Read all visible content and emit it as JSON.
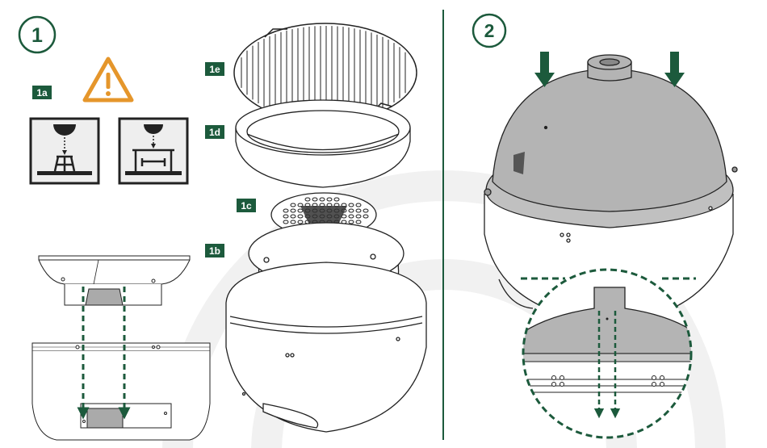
{
  "steps": [
    {
      "number": "1"
    },
    {
      "number": "2"
    }
  ],
  "parts": [
    {
      "id": "1a",
      "label": "1a"
    },
    {
      "id": "1b",
      "label": "1b"
    },
    {
      "id": "1c",
      "label": "1c"
    },
    {
      "id": "1d",
      "label": "1d"
    },
    {
      "id": "1e",
      "label": "1e"
    }
  ],
  "colors": {
    "accent": "#1c5a3c",
    "warning": "#e5962b",
    "line": "#222222",
    "dome_fill": "#b4b4b4",
    "panel_fill": "#eeeeee",
    "watermark": "#f0f0f0"
  },
  "icons": {
    "warning": "warning-triangle-icon",
    "arrow": "down-arrow-icon"
  }
}
